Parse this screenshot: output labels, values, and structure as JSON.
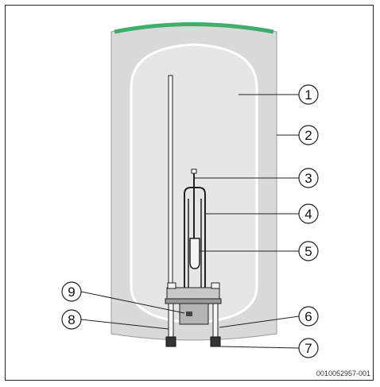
{
  "diagram": {
    "callouts": [
      {
        "id": "c1",
        "label": "1"
      },
      {
        "id": "c2",
        "label": "2"
      },
      {
        "id": "c3",
        "label": "3"
      },
      {
        "id": "c4",
        "label": "4"
      },
      {
        "id": "c5",
        "label": "5"
      },
      {
        "id": "c6",
        "label": "6"
      },
      {
        "id": "c7",
        "label": "7"
      },
      {
        "id": "c8",
        "label": "8"
      },
      {
        "id": "c9",
        "label": "9"
      }
    ],
    "reference_code": "0010052957-001",
    "colors": {
      "casing": "#d9d9d9",
      "tank_interior": "#e6e6e6",
      "tank_outline": "#ffffff",
      "top_accent": "#3fae6b",
      "line": "#222222",
      "component_fill": "#f4f4f4"
    }
  }
}
